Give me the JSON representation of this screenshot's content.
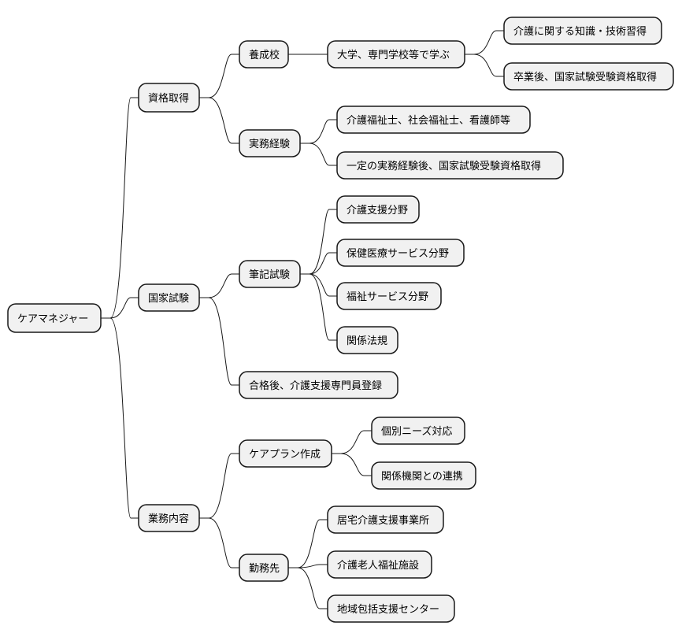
{
  "mindmap": {
    "root": {
      "id": "root",
      "label": "ケアマネジャー",
      "children": [
        {
          "id": "qualification",
          "label": "資格取得",
          "children": [
            {
              "id": "training-school",
              "label": "養成校",
              "children": [
                {
                  "id": "university",
                  "label": "大学、専門学校等で学ぶ",
                  "children": [
                    {
                      "id": "knowledge",
                      "label": "介護に関する知識・技術習得"
                    },
                    {
                      "id": "after-graduation",
                      "label": "卒業後、国家試験受験資格取得"
                    }
                  ]
                }
              ]
            },
            {
              "id": "work-experience",
              "label": "実務経験",
              "children": [
                {
                  "id": "care-workers",
                  "label": "介護福祉士、社会福祉士、看護師等"
                },
                {
                  "id": "after-experience",
                  "label": "一定の実務経験後、国家試験受験資格取得"
                }
              ]
            }
          ]
        },
        {
          "id": "national-exam",
          "label": "国家試験",
          "children": [
            {
              "id": "written-exam",
              "label": "筆記試験",
              "children": [
                {
                  "id": "care-support-field",
                  "label": "介護支援分野"
                },
                {
                  "id": "health-medical-field",
                  "label": "保健医療サービス分野"
                },
                {
                  "id": "welfare-field",
                  "label": "福祉サービス分野"
                },
                {
                  "id": "related-laws",
                  "label": "関係法規"
                }
              ]
            },
            {
              "id": "registration",
              "label": "合格後、介護支援専門員登録"
            }
          ]
        },
        {
          "id": "work-content",
          "label": "業務内容",
          "children": [
            {
              "id": "care-plan",
              "label": "ケアプラン作成",
              "children": [
                {
                  "id": "individual-needs",
                  "label": "個別ニーズ対応"
                },
                {
                  "id": "coordination",
                  "label": "関係機関との連携"
                }
              ]
            },
            {
              "id": "workplace",
              "label": "勤務先",
              "children": [
                {
                  "id": "home-care-office",
                  "label": "居宅介護支援事業所"
                },
                {
                  "id": "nursing-facility",
                  "label": "介護老人福祉施設"
                },
                {
                  "id": "community-center",
                  "label": "地域包括支援センター"
                }
              ]
            }
          ]
        }
      ]
    }
  }
}
